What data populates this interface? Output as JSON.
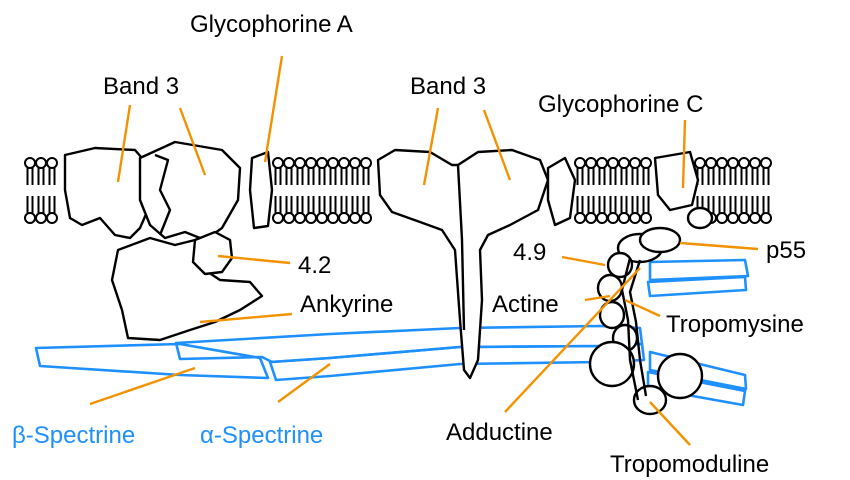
{
  "labels": {
    "glycophorine_a": "Glycophorine A",
    "band3_left": "Band 3",
    "band3_right": "Band 3",
    "glycophorine_c": "Glycophorine C",
    "protein_42": "4.2",
    "protein_49": "4.9",
    "p55": "p55",
    "ankyrine": "Ankyrine",
    "actine": "Actine",
    "tropomysine": "Tropomysine",
    "beta_spectrine": "β-Spectrine",
    "alpha_spectrine": "α-Spectrine",
    "adductine": "Adductine",
    "tropomoduline": "Tropomoduline"
  },
  "colors": {
    "pointer": "#f39200",
    "spectrin": "#1e90ff",
    "outline": "#000000",
    "background": "#ffffff"
  }
}
